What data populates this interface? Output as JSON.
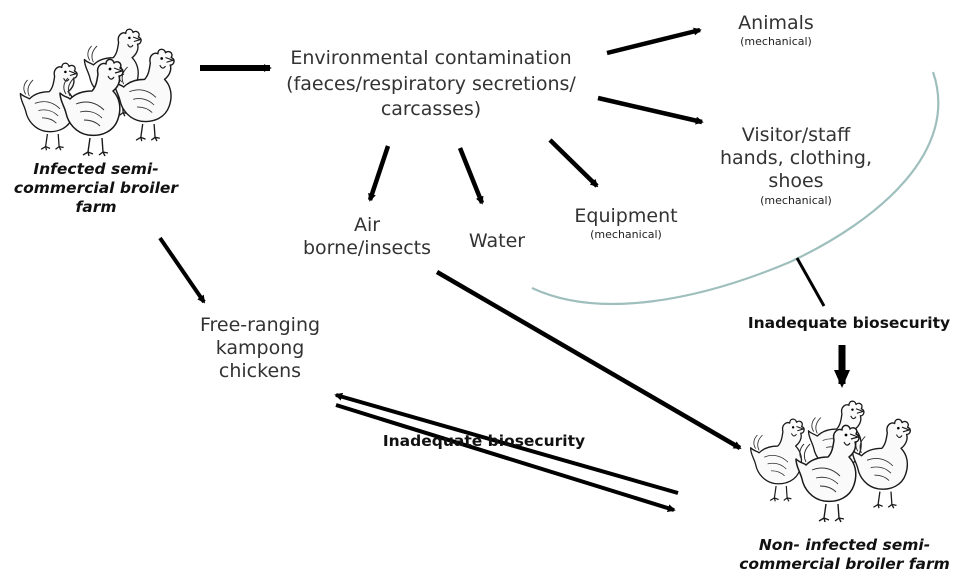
{
  "source_farm": {
    "caption_lines": [
      "Infected semi-",
      "commercial broiler",
      "farm"
    ]
  },
  "contamination": {
    "lines": [
      "Environmental contamination",
      "(faeces/respiratory secretions/",
      "carcasses)"
    ]
  },
  "animals": {
    "label": "Animals",
    "note": "(mechanical)"
  },
  "visitor": {
    "lines": [
      "Visitor/staff",
      "hands, clothing,",
      "shoes"
    ],
    "note": "(mechanical)"
  },
  "equipment": {
    "label": "Equipment",
    "note": "(mechanical)"
  },
  "air": {
    "lines": [
      "Air",
      "borne/insects"
    ]
  },
  "water": {
    "label": "Water"
  },
  "kampong": {
    "lines": [
      "Free-ranging",
      "kampong",
      "chickens"
    ]
  },
  "biosecurity_right": {
    "label": "Inadequate biosecurity"
  },
  "biosecurity_bottom": {
    "label": "Inadequate biosecurity"
  },
  "target_farm": {
    "caption_lines": [
      "Non- infected semi-",
      "commercial broiler farm"
    ]
  },
  "colors": {
    "arrow": "#000000",
    "curve": "#9fbfbd",
    "text": "#333333"
  }
}
